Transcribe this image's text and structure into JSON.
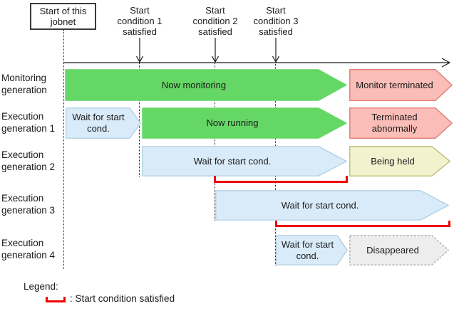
{
  "start_box": {
    "label": "Start of this\njobnet"
  },
  "conditions": [
    {
      "label": "Start\ncondition 1\nsatisfied"
    },
    {
      "label": "Start\ncondition 2\nsatisfied"
    },
    {
      "label": "Start\ncondition 3\nsatisfied"
    }
  ],
  "rows": [
    {
      "label": "Monitoring\ngeneration",
      "bars": [
        {
          "label": "Now monitoring",
          "state": "monitoring"
        },
        {
          "label": "Monitor terminated",
          "state": "terminated"
        }
      ]
    },
    {
      "label": "Execution\ngeneration 1",
      "bars": [
        {
          "label": "Wait for start\ncond.",
          "state": "waiting"
        },
        {
          "label": "Now running",
          "state": "running"
        },
        {
          "label": "Terminated\nabnormally",
          "state": "terminated-abnormally"
        }
      ]
    },
    {
      "label": "Execution\ngeneration 2",
      "bars": [
        {
          "label": "Wait for start cond.",
          "state": "waiting"
        },
        {
          "label": "Being held",
          "state": "held"
        }
      ]
    },
    {
      "label": "Execution\ngeneration 3",
      "bars": [
        {
          "label": "Wait for start cond.",
          "state": "waiting"
        }
      ]
    },
    {
      "label": "Execution\ngeneration 4",
      "bars": [
        {
          "label": "Wait for start\ncond.",
          "state": "waiting"
        },
        {
          "label": "Disappeared",
          "state": "disappeared"
        }
      ]
    }
  ],
  "legend": {
    "title": "Legend:",
    "items": [
      {
        "symbol": "red-bracket",
        "label": ": Start condition satisfied"
      }
    ]
  },
  "colors": {
    "running_green": "#65d765",
    "waiting_blue_fill": "#d9ebf9",
    "waiting_blue_border": "#a9cbe2",
    "terminated_pink_fill": "#fabdb8",
    "terminated_pink_border": "#e5827b",
    "held_yellow_fill": "#f2f2cf",
    "held_yellow_border": "#c2c282",
    "disappeared_gray_fill": "#ededed",
    "disappeared_gray_border": "#b3b3b3",
    "condition_red": "#ee0000"
  }
}
